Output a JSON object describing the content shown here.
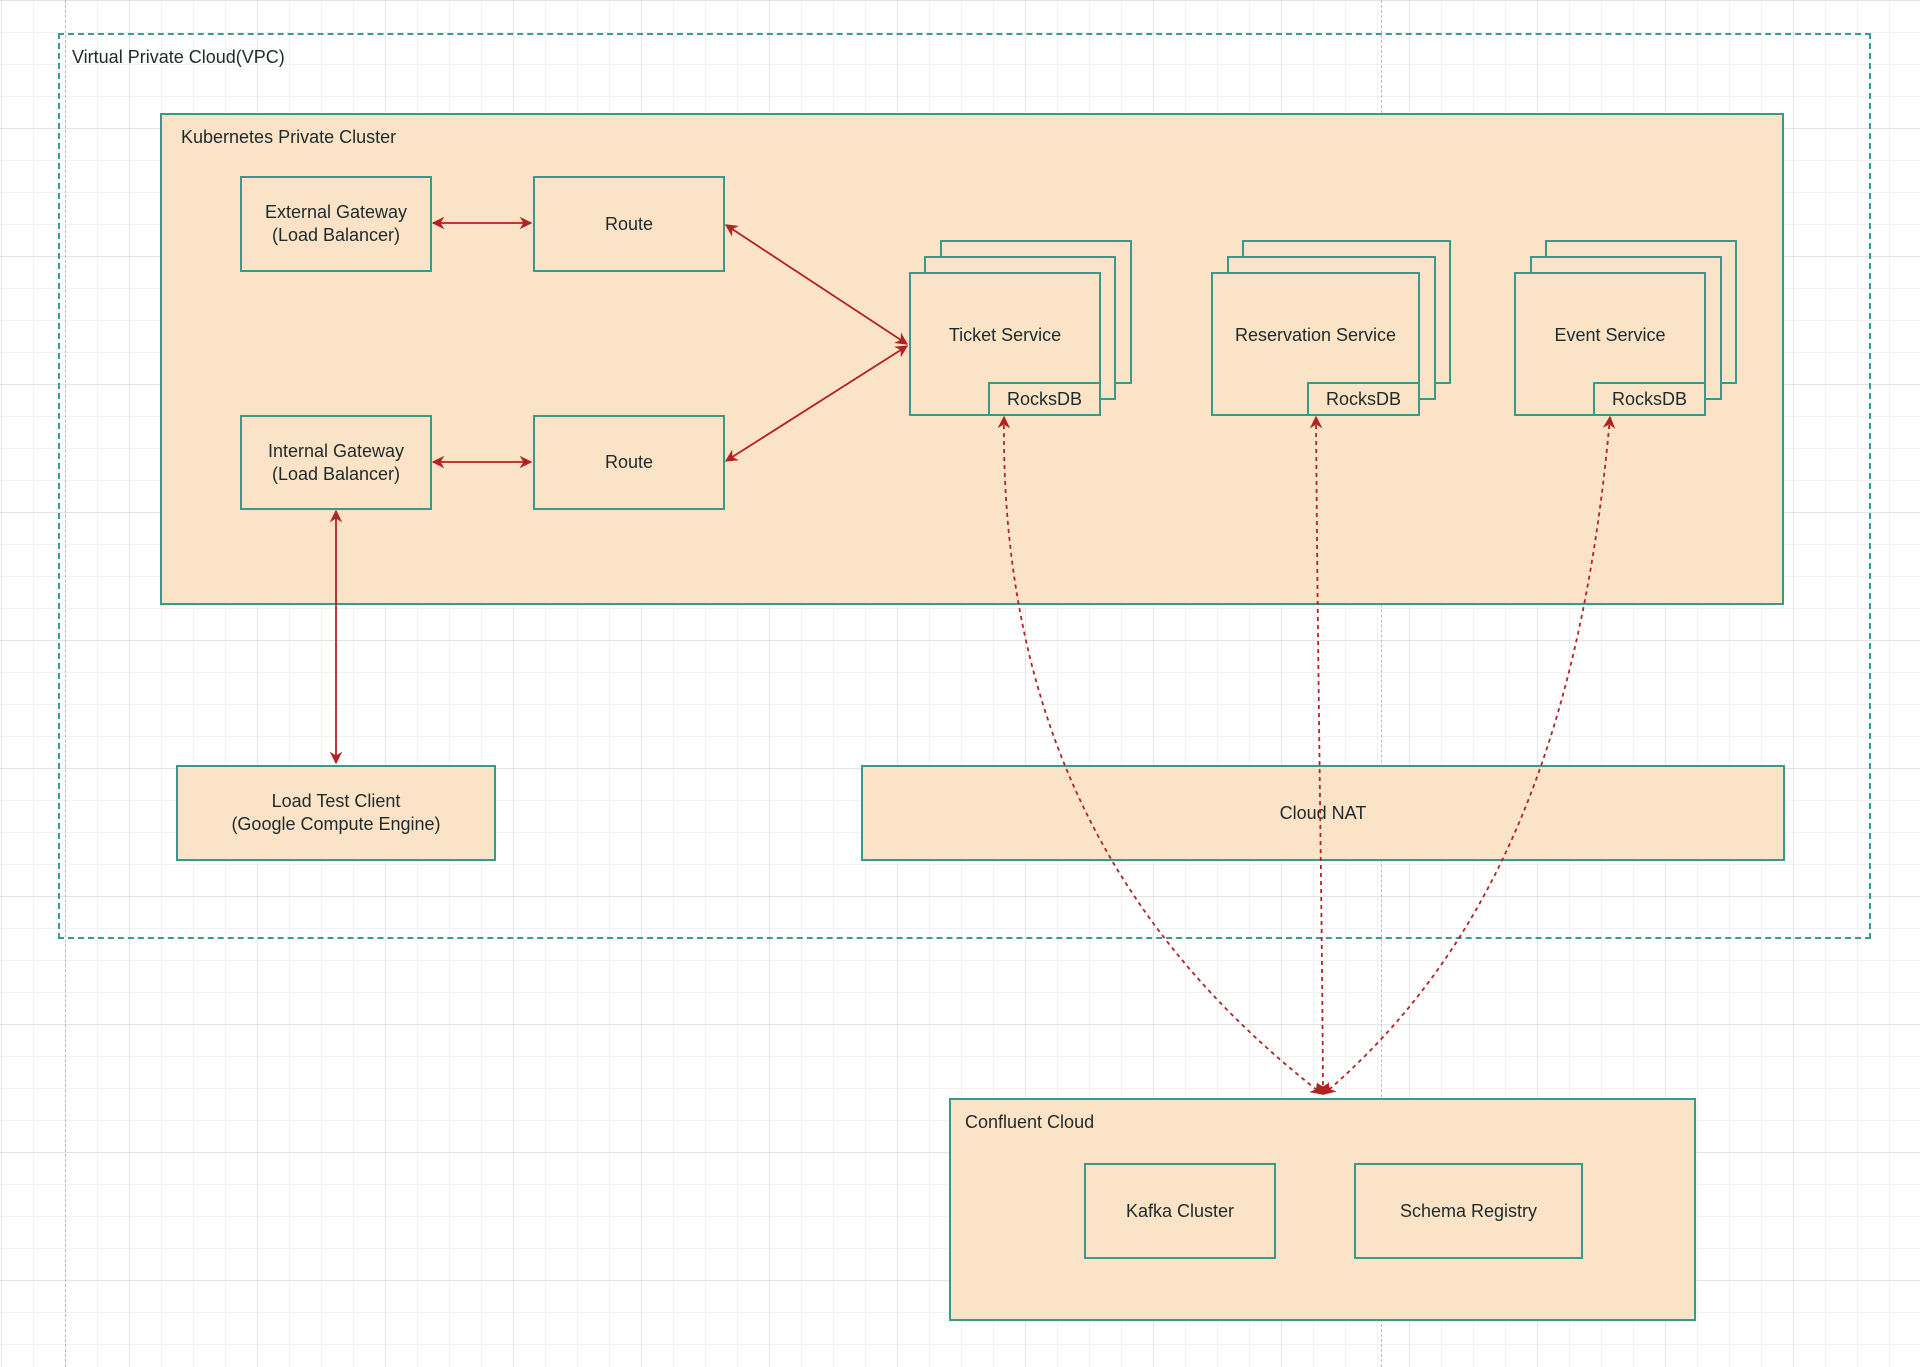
{
  "vpc": {
    "label": "Virtual Private Cloud(VPC)"
  },
  "kubernetes": {
    "label": "Kubernetes Private Cluster",
    "external_gateway": {
      "line1": "External Gateway",
      "line2": "(Load Balancer)"
    },
    "internal_gateway": {
      "line1": "Internal Gateway",
      "line2": "(Load Balancer)"
    },
    "route_top": "Route",
    "route_bottom": "Route",
    "services": [
      {
        "name": "Ticket Service",
        "store": "RocksDB"
      },
      {
        "name": "Reservation Service",
        "store": "RocksDB"
      },
      {
        "name": "Event Service",
        "store": "RocksDB"
      }
    ]
  },
  "load_test_client": {
    "line1": "Load Test Client",
    "line2": "(Google Compute Engine)"
  },
  "cloud_nat": "Cloud NAT",
  "confluent": {
    "label": "Confluent Cloud",
    "kafka": "Kafka Cluster",
    "schema_registry": "Schema Registry"
  },
  "colors": {
    "fill": "#fae3c6",
    "stroke": "#3a9a8a",
    "arrow": "#b22222"
  }
}
